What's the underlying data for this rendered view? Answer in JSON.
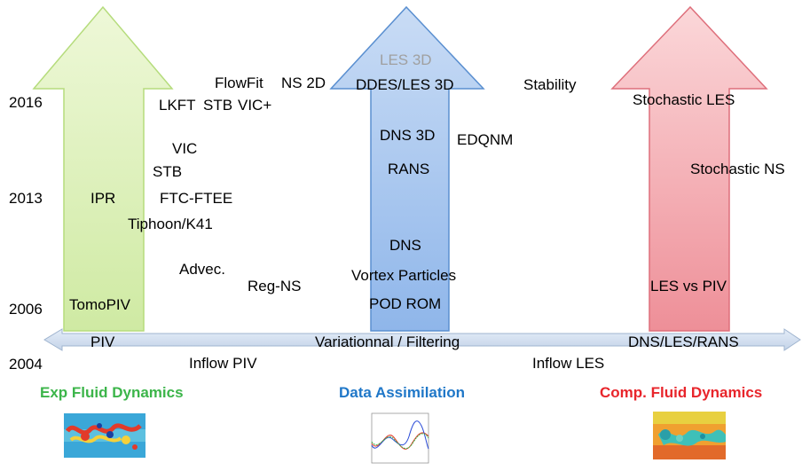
{
  "years": [
    "2016",
    "2013",
    "2006",
    "2004"
  ],
  "exp_column": {
    "items": [
      "FlowFit",
      "LKFT",
      "STB",
      "VIC+",
      "VIC",
      "STB",
      "IPR",
      "FTC-FTEE",
      "Tiphoon/K41",
      "Advec.",
      "TomoPIV"
    ]
  },
  "da_column": {
    "items": [
      "NS 2D",
      "LES 3D",
      "DDES/LES 3D",
      "DNS 3D",
      "EDQNM",
      "RANS",
      "Reg-NS",
      "DNS",
      "Vortex Particles",
      "POD ROM"
    ]
  },
  "cfd_column": {
    "items": [
      "Stability",
      "Stochastic LES",
      "Stochastic NS",
      "LES vs PIV"
    ]
  },
  "timeline": {
    "left": "PIV",
    "center": "Variationnal / Filtering",
    "right": "DNS/LES/RANS",
    "below_left": "Inflow PIV",
    "below_right": "Inflow LES"
  },
  "categories": {
    "exp": "Exp Fluid Dynamics",
    "da": "Data Assimilation",
    "cfd": "Comp. Fluid Dynamics"
  },
  "colors": {
    "exp": "#3cb54a",
    "da": "#1f77c8",
    "cfd": "#e8252b",
    "green_arrow": "#d8f0b4",
    "blue_arrow": "#a9c8ee",
    "red_arrow": "#f2a0a8",
    "muted_text": "#a0a0a0"
  }
}
